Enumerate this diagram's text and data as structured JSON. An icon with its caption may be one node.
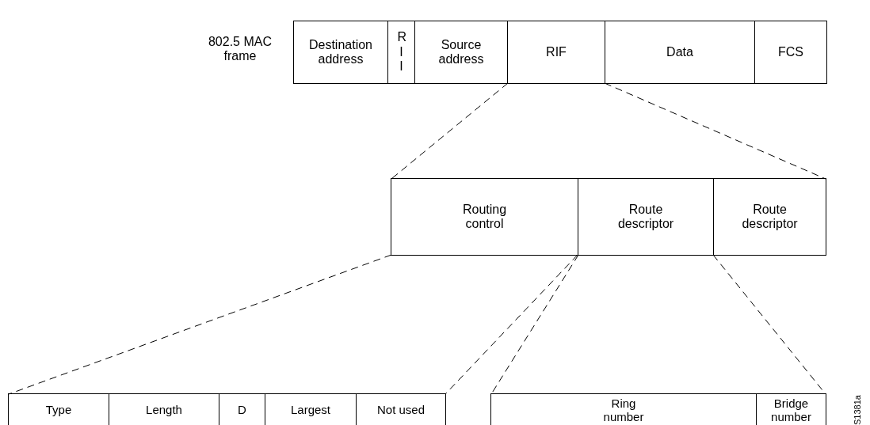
{
  "diagram": {
    "nodes": [
      {
        "text": [],
        "shape": "box"
      },
      {
        "text": [
          "Destination address"
        ],
        "in": 0
      },
      {
        "text": [
          "R I I"
        ],
        "in": 0
      },
      {
        "text": [
          "Source address"
        ],
        "in": 0
      },
      {
        "text": [
          "RIF"
        ],
        "in": 0
      },
      {
        "text": [
          "Data"
        ],
        "in": 0
      },
      {
        "text": [
          "FCS"
        ],
        "in": 0
      },
      {
        "text": [],
        "shape": "box"
      },
      {
        "text": [
          "Routing control"
        ],
        "in": 7
      },
      {
        "text": [
          "Route descriptor"
        ],
        "in": 7
      },
      {
        "text": [
          "Route descriptor"
        ],
        "in": 7
      },
      {
        "text": [],
        "shape": "box"
      },
      {
        "text": [
          "Type"
        ],
        "in": 11
      },
      {
        "text": [
          "Length"
        ],
        "in": 11
      },
      {
        "text": [
          "D"
        ],
        "in": 11
      },
      {
        "text": [
          "Largest"
        ],
        "in": 11
      },
      {
        "text": [
          "Not used"
        ],
        "in": 11
      },
      {
        "text": [],
        "shape": "box"
      },
      {
        "text": [
          "Ring number"
        ],
        "in": 17
      },
      {
        "text": [
          "Bridge number"
        ],
        "in": 17
      }
    ],
    "edges": [
      {
        "from": 4,
        "to": 7,
        "arrow": "none",
        "style": "dashed"
      },
      {
        "from": 4,
        "to": 7,
        "arrow": "none",
        "style": "dashed"
      },
      {
        "from": 8,
        "to": 11,
        "arrow": "none",
        "style": "dashed"
      },
      {
        "from": 8,
        "to": 11,
        "arrow": "none",
        "style": "dashed"
      },
      {
        "from": 9,
        "to": 17,
        "arrow": "none",
        "style": "dashed"
      },
      {
        "from": 9,
        "to": 17,
        "arrow": "none",
        "style": "dashed"
      }
    ],
    "labels": [
      "802.5 MAC frame",
      "S1381a"
    ]
  }
}
